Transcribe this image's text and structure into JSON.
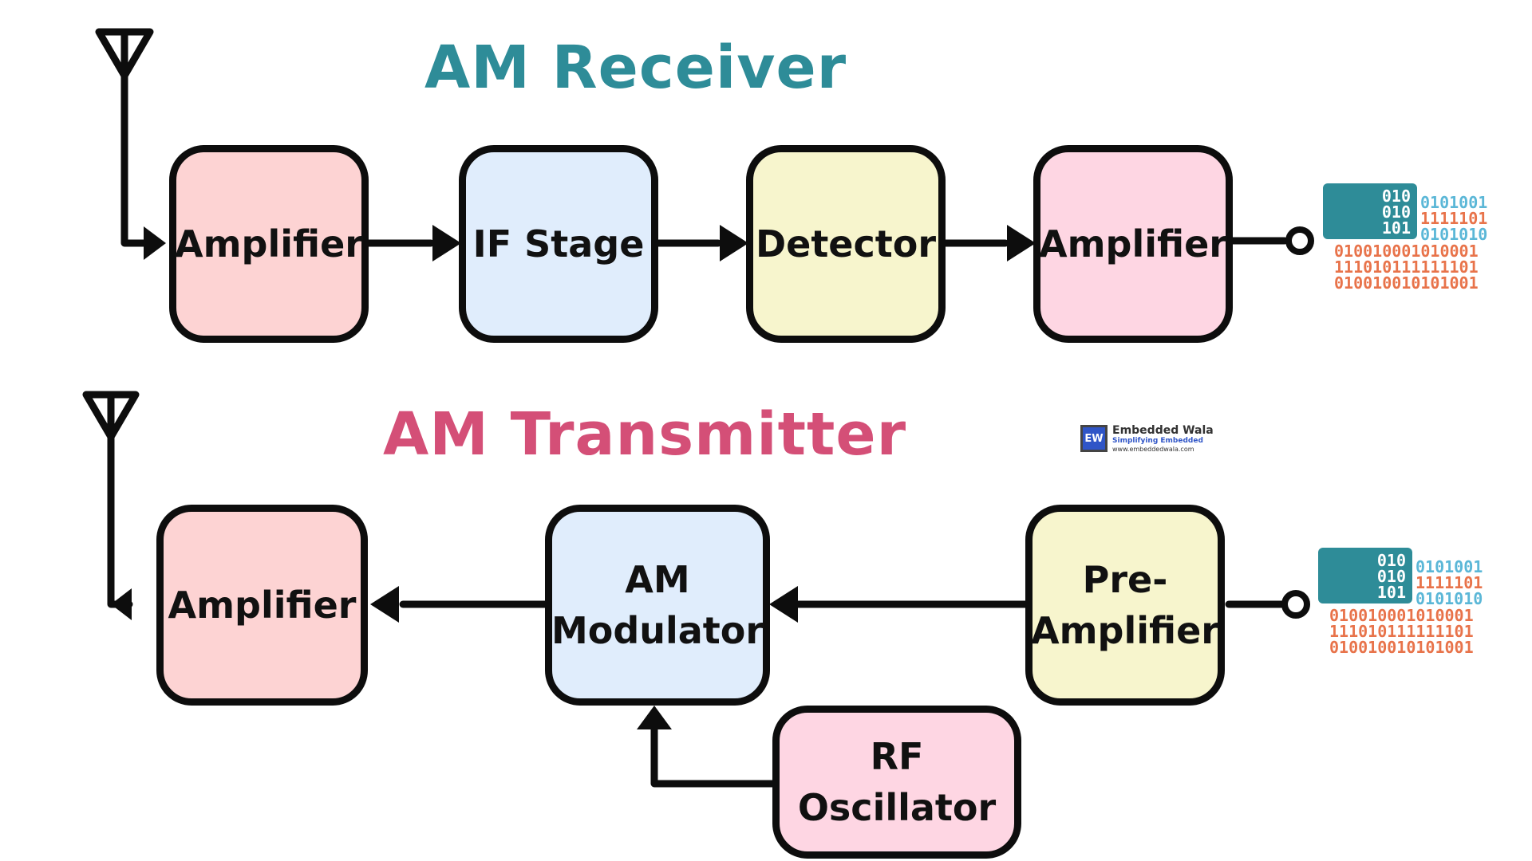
{
  "receiver": {
    "title": "AM Receiver",
    "blocks": {
      "rf_amplifier": "Amplifier",
      "if_stage": "IF Stage",
      "detector": "Detector",
      "audio_amplifier": "Amplifier"
    }
  },
  "transmitter": {
    "title": "AM Transmitter",
    "blocks": {
      "power_amplifier": "Amplifier",
      "modulator_line1": "AM",
      "modulator_line2": "Modulator",
      "preamp_line1": "Pre-",
      "preamp_line2": "Amplifier",
      "oscillator_line1": "RF",
      "oscillator_line2": "Oscillator"
    }
  },
  "logo": {
    "badge": "EW",
    "name": "Embedded Wala",
    "tagline": "Simplifying Embedded",
    "url": "www.embeddedwala.com"
  },
  "binary_pattern": {
    "box_lines": [
      "010",
      "010",
      "101"
    ],
    "rows": [
      "0101001",
      "1111101",
      "0101010",
      "010010001010001",
      "111010111111101",
      "010010010101001"
    ]
  },
  "colors": {
    "receiver_title": "#2e8c98",
    "transmitter_title": "#d44f77",
    "amplifier_fill": "#fdd3d3",
    "stage_fill": "#e0edfc",
    "detector_fill": "#f7f5cd",
    "audio_fill": "#fed6e3",
    "binary_blue": "#5bb7d7",
    "binary_orange": "#e8734a"
  }
}
